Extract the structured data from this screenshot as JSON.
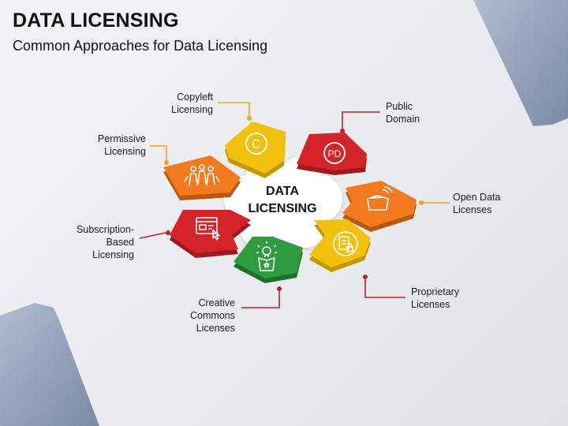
{
  "header": {
    "title": "DATA LICENSING",
    "subtitle": "Common Approaches for Data Licensing"
  },
  "center": {
    "line1": "DATA",
    "line2": "LICENSING"
  },
  "colors": {
    "yellow": "#f2c10d",
    "red": "#d42329",
    "orange": "#f47a20",
    "green": "#2e9c3f",
    "connector_gold": "#f3a31d",
    "connector_red": "#b7232b"
  },
  "approaches": [
    {
      "id": "copyleft",
      "label_lines": [
        "Copyleft",
        "Licensing"
      ],
      "icon": "copyright-icon",
      "icon_text": "C"
    },
    {
      "id": "public-domain",
      "label_lines": [
        "Public",
        "Domain"
      ],
      "icon": "public-domain-icon",
      "icon_text": "PD"
    },
    {
      "id": "open-data",
      "label_lines": [
        "Open Data",
        "Licenses"
      ],
      "icon": "folder-icon"
    },
    {
      "id": "proprietary",
      "label_lines": [
        "Proprietary",
        "Licenses"
      ],
      "icon": "locked-document-icon"
    },
    {
      "id": "creative-commons",
      "label_lines": [
        "Creative",
        "Commons",
        "Licenses"
      ],
      "icon": "lightbulb-box-icon"
    },
    {
      "id": "subscription",
      "label_lines": [
        "Subscription-",
        "Based",
        "Licensing"
      ],
      "icon": "web-subscription-icon"
    },
    {
      "id": "permissive",
      "label_lines": [
        "Permissive",
        "Licensing"
      ],
      "icon": "people-group-icon"
    }
  ]
}
